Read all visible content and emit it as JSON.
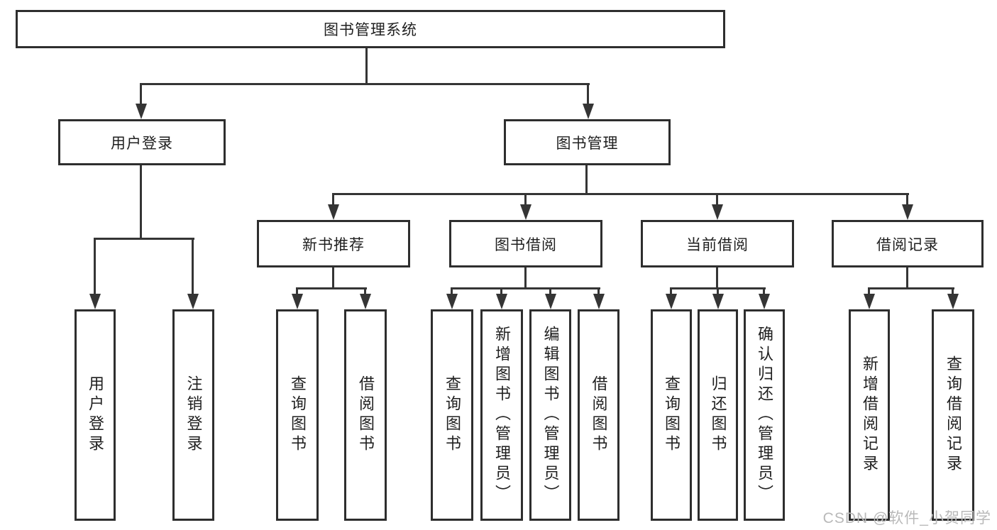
{
  "diagram": {
    "root": {
      "label": "图书管理系统"
    },
    "branches": {
      "user_login": {
        "label": "用户登录",
        "children": [
          "用户登录",
          "注销登录"
        ]
      },
      "book_mgmt": {
        "label": "图书管理"
      }
    },
    "modules": {
      "new_books": {
        "label": "新书推荐",
        "children": [
          "查询图书",
          "借阅图书"
        ]
      },
      "book_borrow": {
        "label": "图书借阅",
        "children": [
          "查询图书",
          "新增图书︵管理员︶",
          "编辑图书︵管理员︶",
          "借阅图书"
        ]
      },
      "current_borrow": {
        "label": "当前借阅",
        "children": [
          "查询图书",
          "归还图书",
          "确认归还︵管理员︶"
        ]
      },
      "borrow_records": {
        "label": "借阅记录",
        "children": [
          "新增借阅记录",
          "查询借阅记录"
        ]
      }
    },
    "watermark": "CSDN @软件_小贺同学"
  }
}
